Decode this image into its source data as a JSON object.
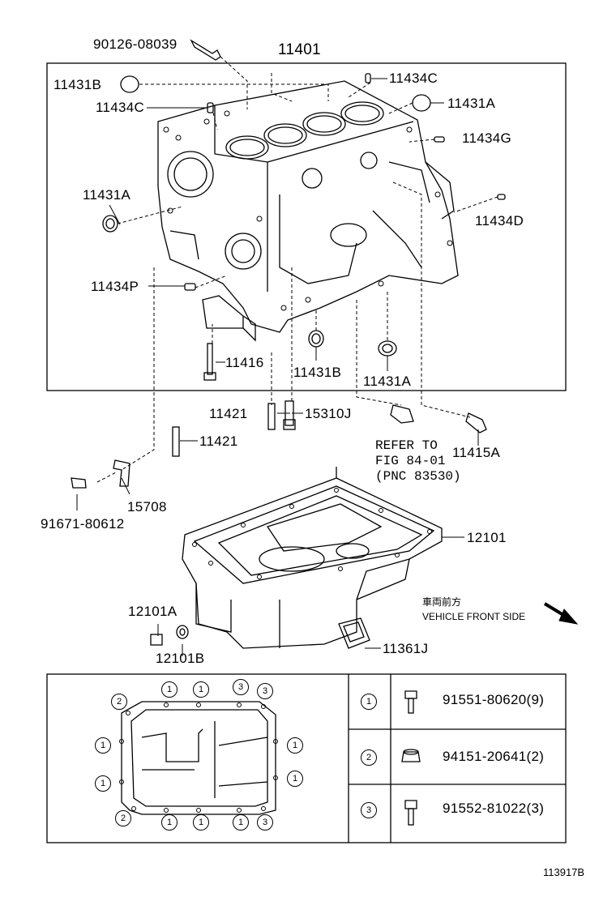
{
  "parts": {
    "p90126": "90126-08039",
    "p11401": "11401",
    "p11431B_top": "11431B",
    "p11434C_right": "11434C",
    "p11434C_left": "11434C",
    "p11431A_right": "11431A",
    "p11434G": "11434G",
    "p11431A_left": "11431A",
    "p11434D": "11434D",
    "p11434P": "11434P",
    "p11416": "11416",
    "p11431B_bottom": "11431B",
    "p11431A_bottom": "11431A",
    "p11421_a": "11421",
    "p15310J": "15310J",
    "p11421_b": "11421",
    "p11415A": "11415A",
    "p91671": "91671-80612",
    "p15708": "15708",
    "p12101": "12101",
    "p12101A": "12101A",
    "p12101B": "12101B",
    "p11361J": "11361J"
  },
  "refer": {
    "line1": "REFER TO",
    "line2": "FIG 84-01",
    "line3": "(PNC 83530)"
  },
  "vehicle_front": {
    "jp": "車両前方",
    "en": "VEHICLE FRONT SIDE"
  },
  "bolt_table": [
    {
      "key": "1",
      "part": "91551-80620(9)"
    },
    {
      "key": "2",
      "part": "94151-20641(2)"
    },
    {
      "key": "3",
      "part": "91552-81022(3)"
    }
  ],
  "pattern_markers": {
    "top": [
      "2",
      "1",
      "1",
      "3",
      "3"
    ],
    "left": [
      "1",
      "1"
    ],
    "right": [
      "1",
      "1"
    ],
    "bottom": [
      "2",
      "1",
      "1",
      "1",
      "3"
    ]
  },
  "figure_id": "113917B"
}
